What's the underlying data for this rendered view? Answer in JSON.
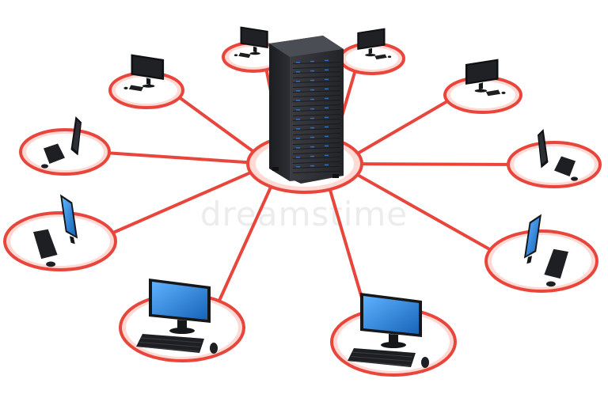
{
  "watermark": "dreamstime",
  "colors": {
    "background": "#ffffff",
    "link": "#e8463c",
    "ring_fill": "#ffd9d3",
    "ring_inner": "#ffffff",
    "server_body": "#2b2d31",
    "server_light": "#3f4147",
    "server_led": "#2d6bbf",
    "monitor_frame": "#151719",
    "screen_blue": "#2a87d9",
    "screen_dark": "#0f1012",
    "keyboard": "#1d1f22"
  },
  "scene": {
    "center_object": "server-rack",
    "node_object": "computer-workstation",
    "node_count": 10
  }
}
